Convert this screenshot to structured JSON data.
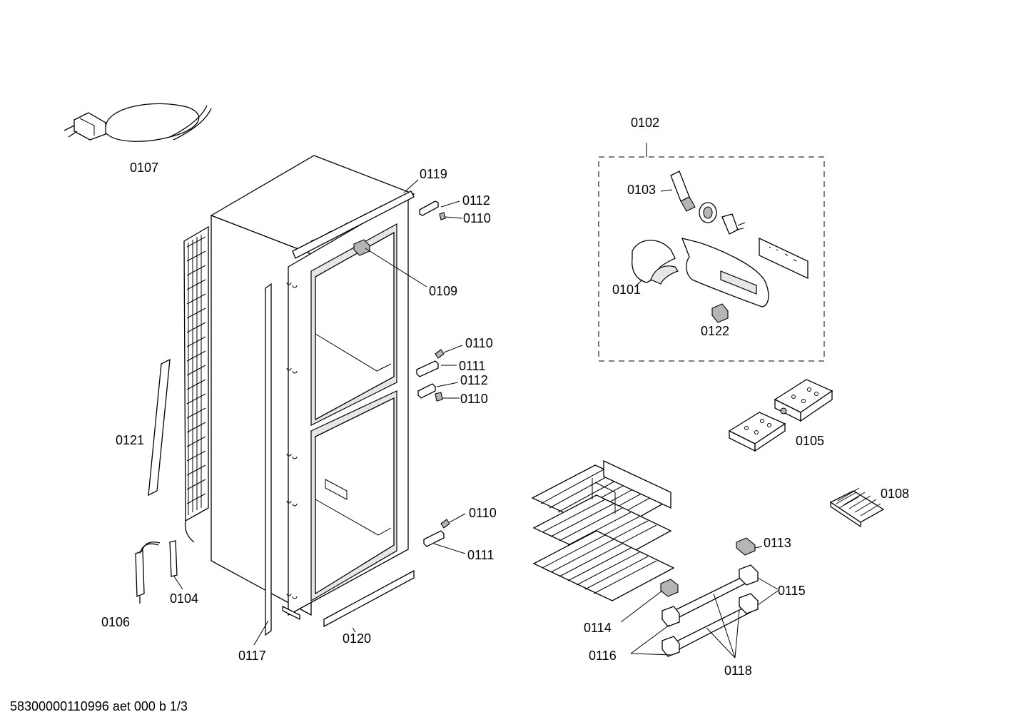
{
  "diagram": {
    "labels": {
      "p0107": "0107",
      "p0119": "0119",
      "p0112a": "0112",
      "p0110a": "0110",
      "p0109": "0109",
      "p0110b": "0110",
      "p0111a": "0111",
      "p0112b": "0112",
      "p0110c": "0110",
      "p0121": "0121",
      "p0110d": "0110",
      "p0111b": "0111",
      "p0106": "0106",
      "p0104": "0104",
      "p0117": "0117",
      "p0120": "0120",
      "p0102": "0102",
      "p0103": "0103",
      "p0101": "0101",
      "p0122": "0122",
      "p0105": "0105",
      "p0108": "0108",
      "p0113": "0113",
      "p0115": "0115",
      "p0114": "0114",
      "p0116": "0116",
      "p0118": "0118"
    },
    "footer": "58300000110996 aet 000 b 1/3"
  }
}
